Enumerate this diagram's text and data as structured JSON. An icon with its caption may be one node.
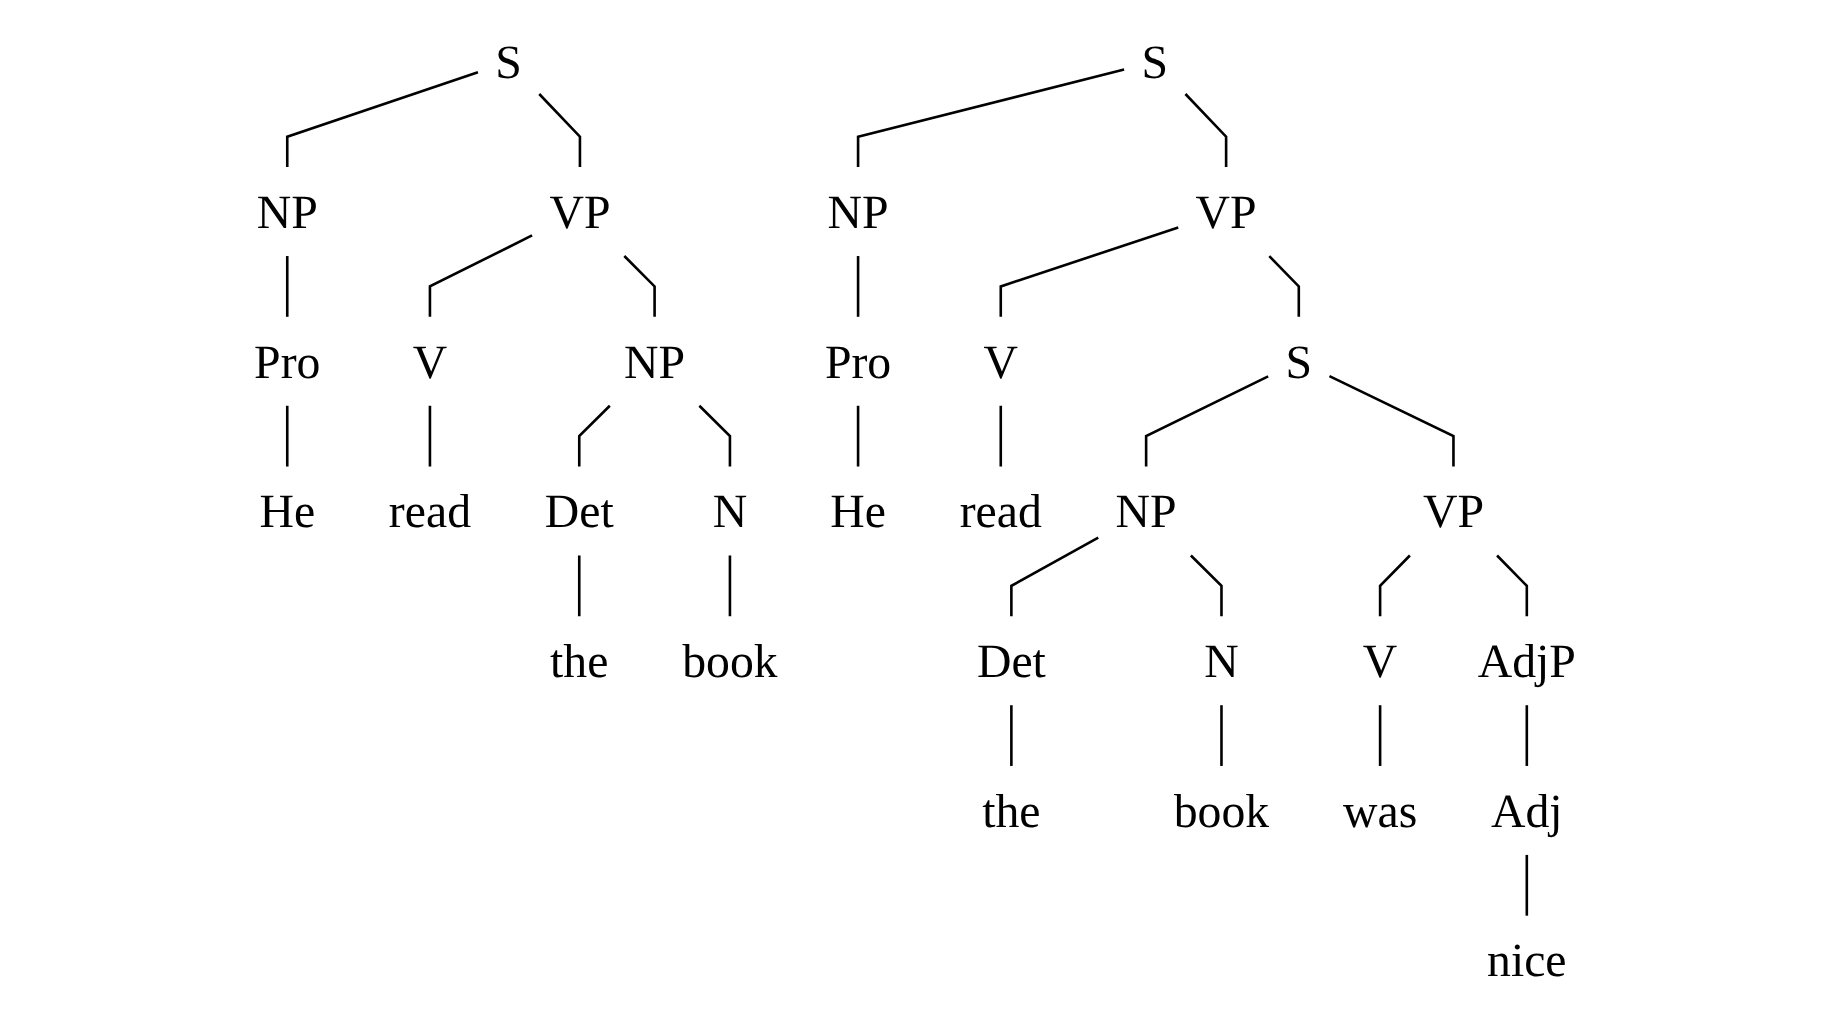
{
  "diagram": {
    "nodes": [
      {
        "text": [
          "S"
        ]
      },
      {
        "text": [
          "NP"
        ]
      },
      {
        "text": [
          "VP"
        ]
      },
      {
        "text": [
          "Pro"
        ]
      },
      {
        "text": [
          "He"
        ]
      },
      {
        "text": [
          "V"
        ]
      },
      {
        "text": [
          "read"
        ]
      },
      {
        "text": [
          "NP"
        ]
      },
      {
        "text": [
          "Det"
        ]
      },
      {
        "text": [
          "the"
        ]
      },
      {
        "text": [
          "N"
        ]
      },
      {
        "text": [
          "book"
        ]
      },
      {
        "text": [
          "S"
        ]
      },
      {
        "text": [
          "NP"
        ]
      },
      {
        "text": [
          "VP"
        ]
      },
      {
        "text": [
          "Pro"
        ]
      },
      {
        "text": [
          "He"
        ]
      },
      {
        "text": [
          "V"
        ]
      },
      {
        "text": [
          "read"
        ]
      },
      {
        "text": [
          "S"
        ]
      },
      {
        "text": [
          "NP"
        ]
      },
      {
        "text": [
          "VP"
        ]
      },
      {
        "text": [
          "Det"
        ]
      },
      {
        "text": [
          "the"
        ]
      },
      {
        "text": [
          "N"
        ]
      },
      {
        "text": [
          "book"
        ]
      },
      {
        "text": [
          "V"
        ]
      },
      {
        "text": [
          "was"
        ]
      },
      {
        "text": [
          "AdjP"
        ]
      },
      {
        "text": [
          "Adj"
        ]
      },
      {
        "text": [
          "nice"
        ]
      }
    ],
    "edges": [
      {
        "from": 0,
        "to": 1,
        "arrow": "none"
      },
      {
        "from": 0,
        "to": 2,
        "arrow": "none"
      },
      {
        "from": 1,
        "to": 3,
        "arrow": "none"
      },
      {
        "from": 3,
        "to": 4,
        "arrow": "none"
      },
      {
        "from": 2,
        "to": 5,
        "arrow": "none"
      },
      {
        "from": 2,
        "to": 7,
        "arrow": "none"
      },
      {
        "from": 5,
        "to": 6,
        "arrow": "none"
      },
      {
        "from": 7,
        "to": 8,
        "arrow": "none"
      },
      {
        "from": 7,
        "to": 10,
        "arrow": "none"
      },
      {
        "from": 8,
        "to": 9,
        "arrow": "none"
      },
      {
        "from": 10,
        "to": 11,
        "arrow": "none"
      },
      {
        "from": 12,
        "to": 13,
        "arrow": "none"
      },
      {
        "from": 12,
        "to": 14,
        "arrow": "none"
      },
      {
        "from": 13,
        "to": 15,
        "arrow": "none"
      },
      {
        "from": 15,
        "to": 16,
        "arrow": "none"
      },
      {
        "from": 14,
        "to": 17,
        "arrow": "none"
      },
      {
        "from": 14,
        "to": 19,
        "arrow": "none"
      },
      {
        "from": 17,
        "to": 18,
        "arrow": "none"
      },
      {
        "from": 19,
        "to": 20,
        "arrow": "none"
      },
      {
        "from": 19,
        "to": 21,
        "arrow": "none"
      },
      {
        "from": 20,
        "to": 22,
        "arrow": "none"
      },
      {
        "from": 20,
        "to": 24,
        "arrow": "none"
      },
      {
        "from": 22,
        "to": 23,
        "arrow": "none"
      },
      {
        "from": 24,
        "to": 25,
        "arrow": "none"
      },
      {
        "from": 21,
        "to": 26,
        "arrow": "none"
      },
      {
        "from": 21,
        "to": 28,
        "arrow": "none"
      },
      {
        "from": 26,
        "to": 27,
        "arrow": "none"
      },
      {
        "from": 28,
        "to": 29,
        "arrow": "none"
      },
      {
        "from": 29,
        "to": 30,
        "arrow": "none"
      }
    ]
  }
}
